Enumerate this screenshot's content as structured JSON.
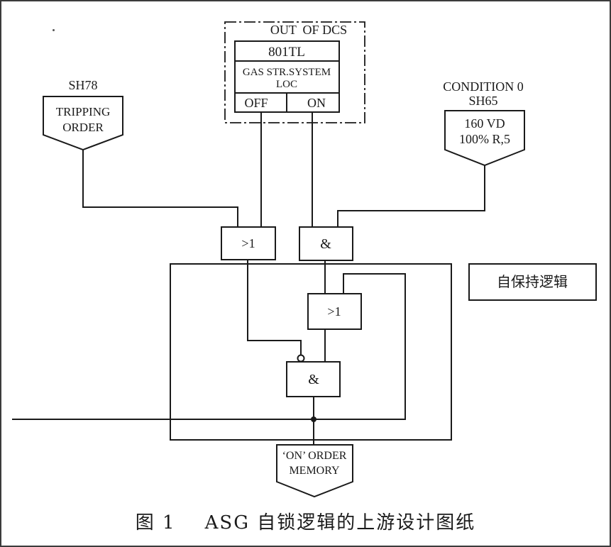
{
  "dcs": {
    "header": "OUT  OF DCS",
    "tag": "801TL",
    "desc_line1": "GAS STR.SYSTEM",
    "desc_line2": "LOC",
    "off_label": "OFF",
    "on_label": "ON"
  },
  "sh78": {
    "ref": "SH78",
    "line1": "TRIPPING",
    "line2": "ORDER"
  },
  "condition": {
    "title": "CONDITION 0",
    "ref": "SH65",
    "line1": "160 VD",
    "line2": "100% R,5"
  },
  "gates": {
    "or_top": ">1",
    "and_top": "&",
    "or_inner": ">1",
    "and_inner": "&"
  },
  "self_hold_label": "自保持逻辑",
  "output": {
    "line1": "‘ON’ ORDER",
    "line2": "MEMORY"
  },
  "caption": "图 1    ASG 自锁逻辑的上游设计图纸",
  "colors": {
    "line": "#1a1a1a",
    "background": "#ffffff"
  }
}
